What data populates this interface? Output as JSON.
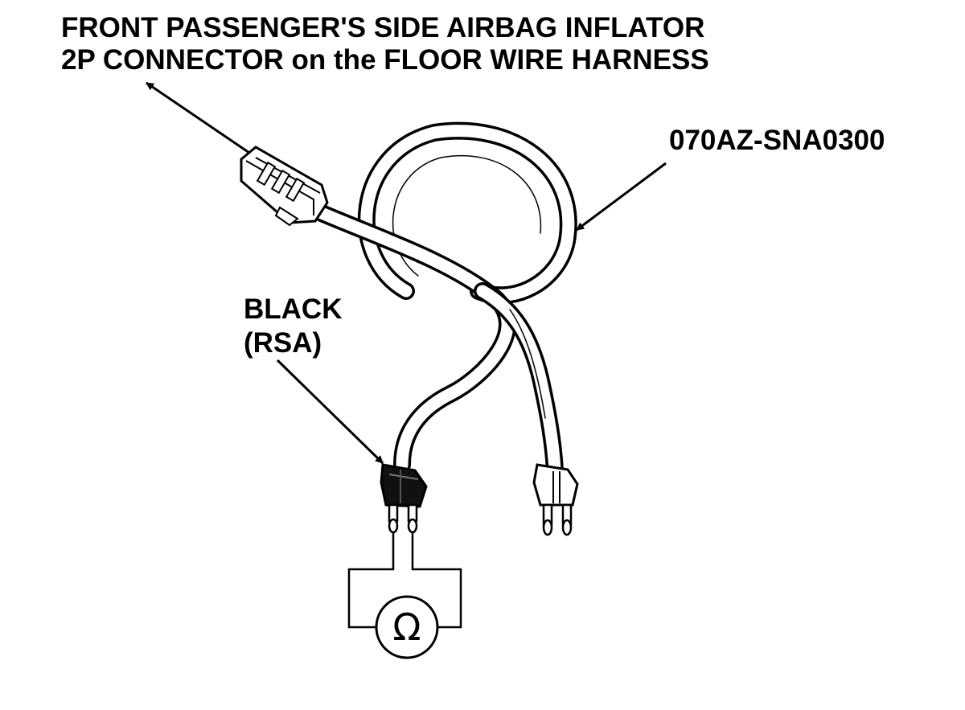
{
  "labels": {
    "title_line_1": "FRONT PASSENGER'S SIDE AIRBAG INFLATOR",
    "title_line_2": "2P CONNECTOR on the FLOOR WIRE HARNESS",
    "part_number": "070AZ-SNA0300",
    "black": "BLACK",
    "rsa": "(RSA)"
  },
  "meter": {
    "symbol": "Ω"
  },
  "colors": {
    "ink": "#000000",
    "background": "#ffffff"
  }
}
